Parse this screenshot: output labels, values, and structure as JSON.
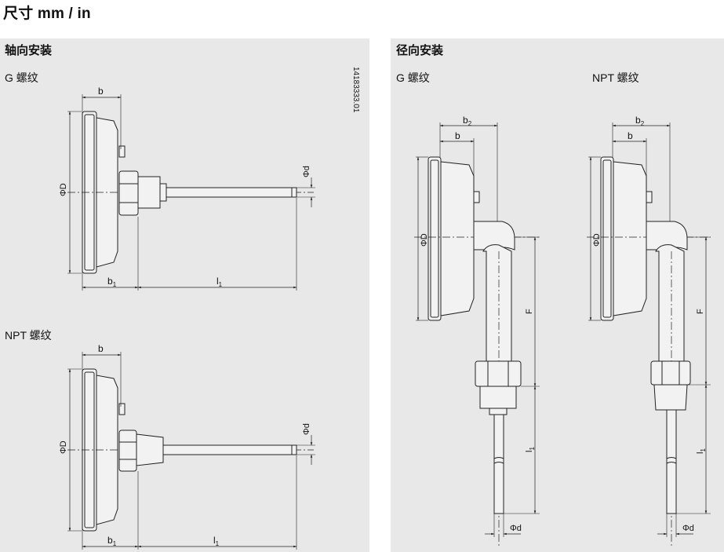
{
  "page": {
    "title": "尺寸 mm / in"
  },
  "axial": {
    "heading": "轴向安装",
    "g_label": "G 螺纹",
    "npt_label": "NPT 螺纹",
    "doc_number": "14183333.01"
  },
  "radial": {
    "heading": "径向安装",
    "g_label": "G 螺纹",
    "npt_label": "NPT 螺纹"
  },
  "dims": {
    "b": "b",
    "b1": "b",
    "b1_sub": "1",
    "b2": "b",
    "b2_sub": "2",
    "l1": "l",
    "l1_sub": "1",
    "phiD": "ΦD",
    "phid": "Φd",
    "F": "F"
  },
  "colors": {
    "panel_bg": "#e8e8e8",
    "line": "#222222"
  }
}
